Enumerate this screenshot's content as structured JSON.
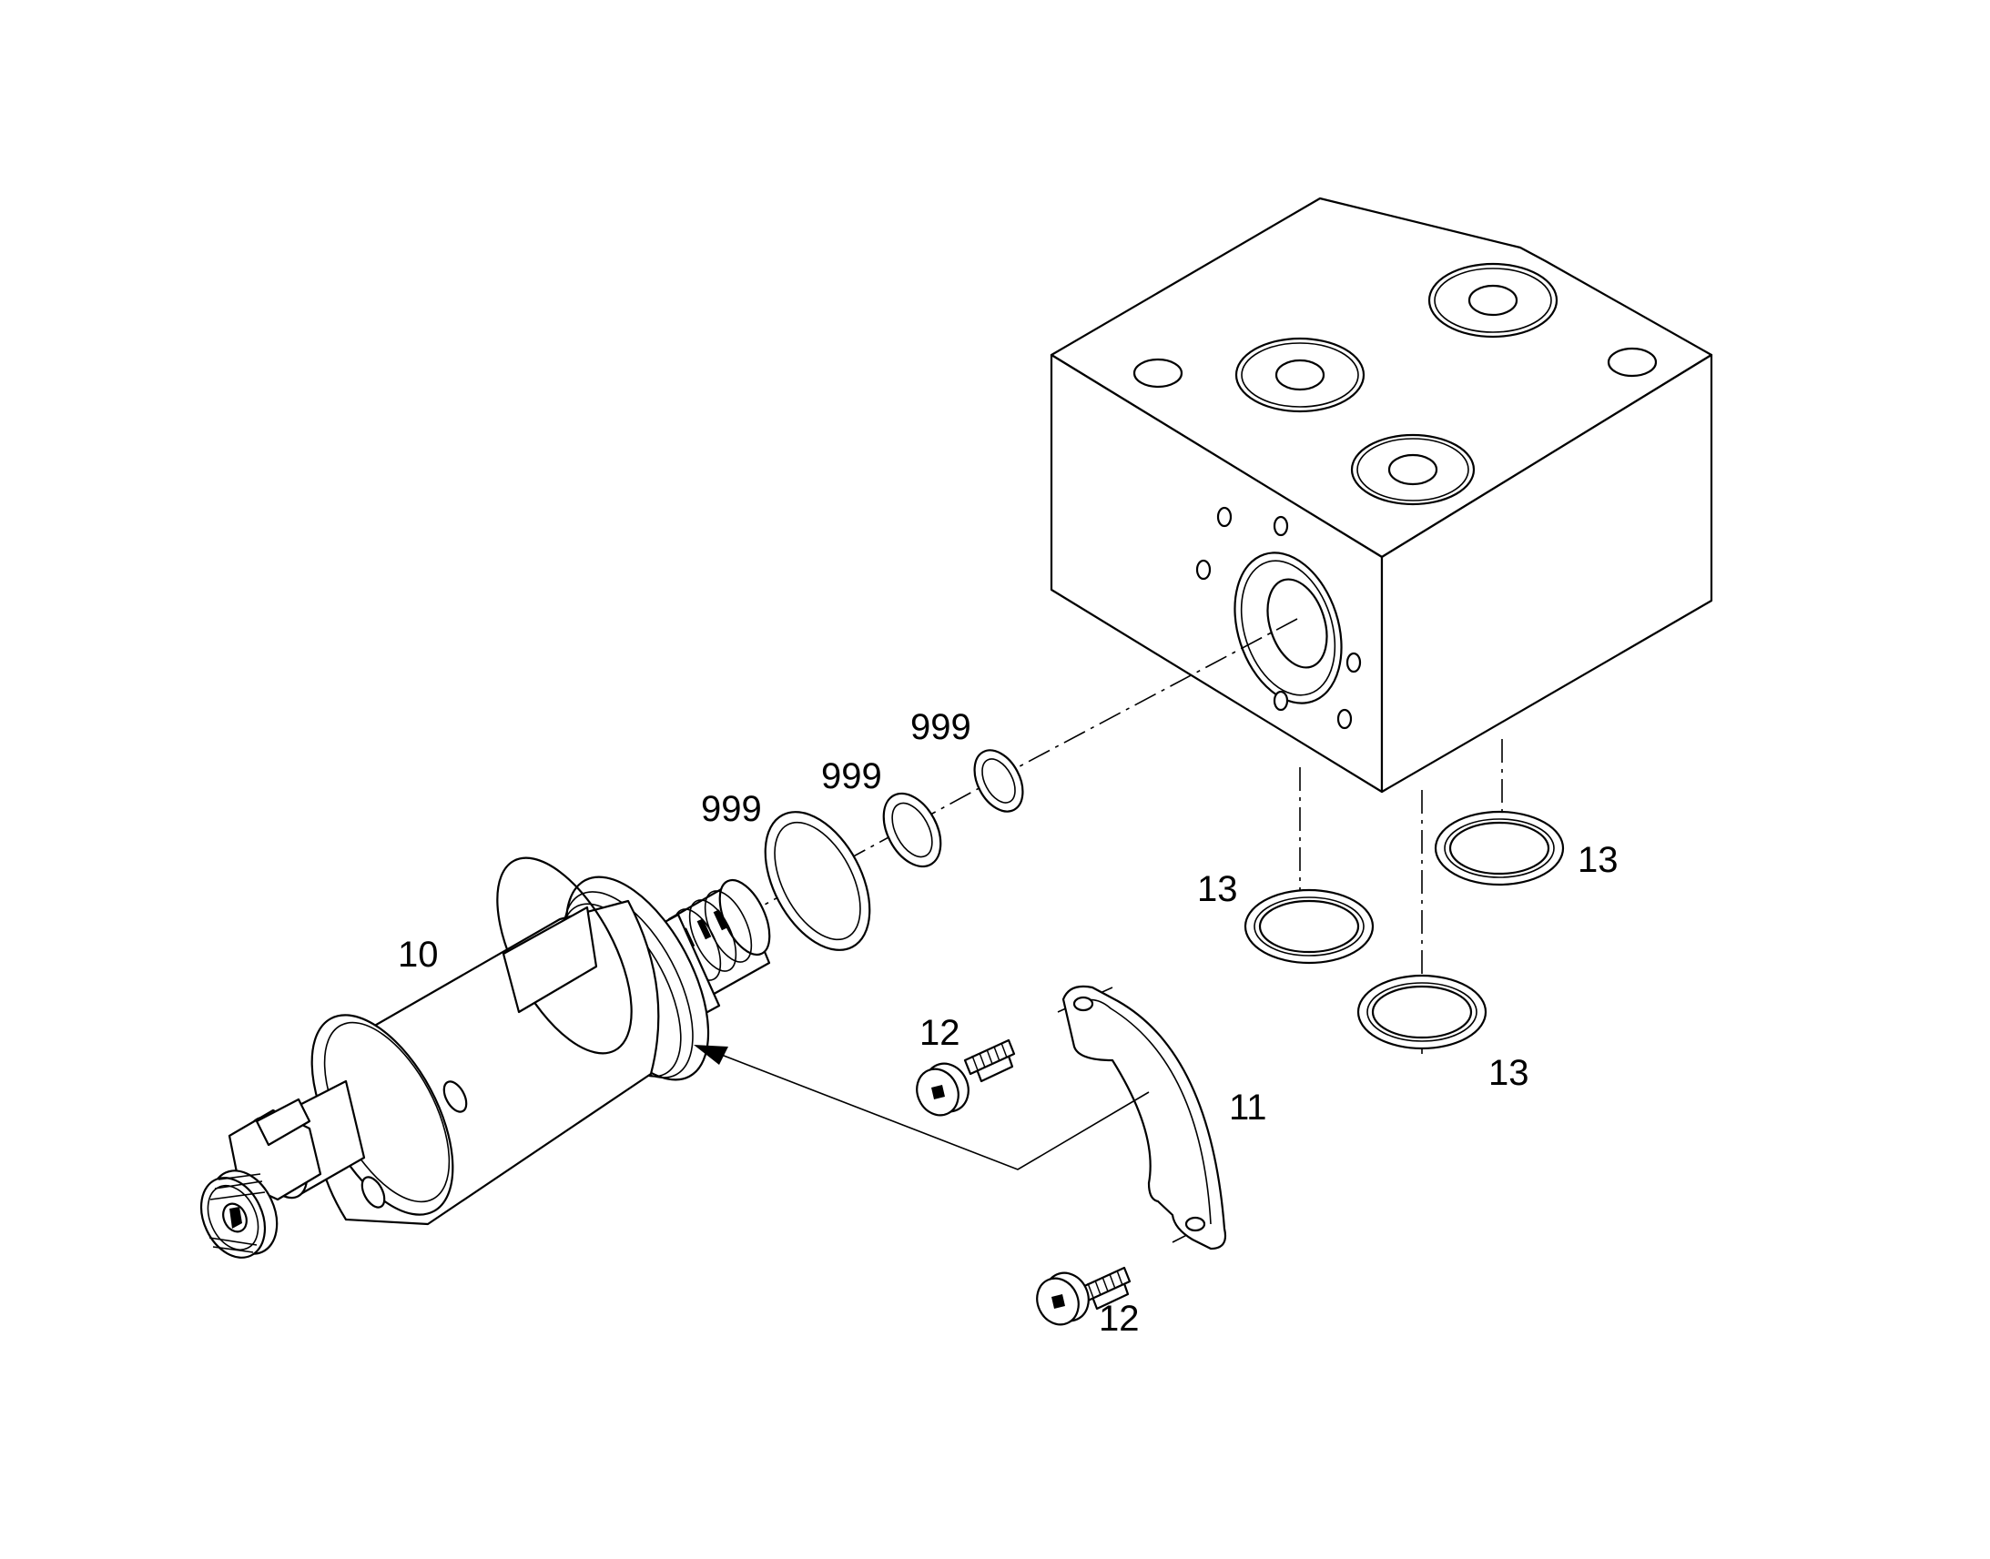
{
  "colors": {
    "line": "#000000",
    "paper": "#ffffff"
  },
  "callouts": {
    "p10": "10",
    "p11": "11",
    "p12a": "12",
    "p12b": "12",
    "p13a": "13",
    "p13b": "13",
    "p13c": "13",
    "p999a": "999",
    "p999b": "999",
    "p999c": "999"
  }
}
